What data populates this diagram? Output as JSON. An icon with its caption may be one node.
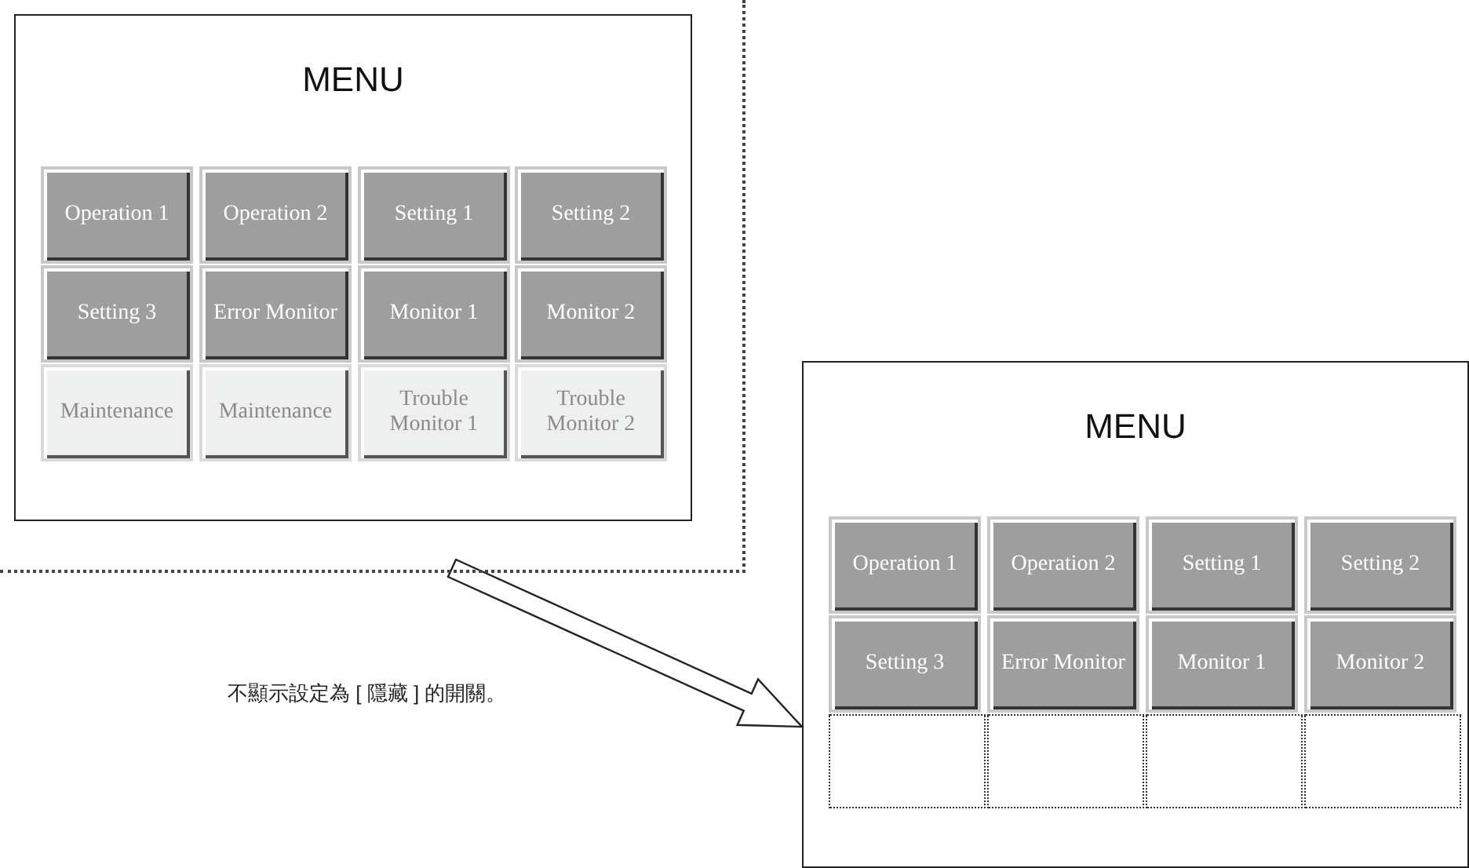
{
  "diagram": {
    "nodes": [
      {
        "text": [],
        "shape": "box"
      },
      {
        "text": [
          "MENU"
        ],
        "in": 0
      },
      {
        "text": [
          "Operation 1"
        ],
        "in": 1
      },
      {
        "text": [
          "Operation 2"
        ],
        "in": 1
      },
      {
        "text": [
          "Setting 1"
        ],
        "in": 1
      },
      {
        "text": [
          "Setting 2"
        ],
        "in": 1
      },
      {
        "text": [
          "Setting 3"
        ],
        "in": 1
      },
      {
        "text": [
          "Error Monitor"
        ],
        "in": 1
      },
      {
        "text": [
          "Monitor 1"
        ],
        "in": 1
      },
      {
        "text": [
          "Monitor 2"
        ],
        "in": 1
      },
      {
        "text": [
          "Maintenance"
        ],
        "in": 1
      },
      {
        "text": [
          "Maintenance"
        ],
        "in": 1
      },
      {
        "text": [
          "Trouble Monitor 1"
        ],
        "in": 1
      },
      {
        "text": [
          "Trouble Monitor 2"
        ],
        "in": 1
      },
      {
        "text": [
          "MENU"
        ]
      },
      {
        "text": [
          "Operation 1"
        ],
        "in": 14
      },
      {
        "text": [
          "Operation 2"
        ],
        "in": 14
      },
      {
        "text": [
          "Setting 1"
        ],
        "in": 14
      },
      {
        "text": [
          "Setting 2"
        ],
        "in": 14
      },
      {
        "text": [
          "Setting 3"
        ],
        "in": 14
      },
      {
        "text": [
          "Error Monitor"
        ],
        "in": 14
      },
      {
        "text": [
          "Monitor 1"
        ],
        "in": 14
      },
      {
        "text": [
          "Monitor 2"
        ],
        "in": 14
      },
      {
        "text": [],
        "shape": "box",
        "in": 14
      },
      {
        "text": [],
        "shape": "box",
        "in": 14
      },
      {
        "text": [],
        "shape": "box",
        "in": 14
      },
      {
        "text": [],
        "shape": "box",
        "in": 14
      }
    ],
    "edges": [
      {
        "from": 0,
        "to": 14,
        "arrow": "to"
      }
    ],
    "labels": [
      "不顯示設定為 [ 隱藏 ] 的開關。"
    ]
  }
}
